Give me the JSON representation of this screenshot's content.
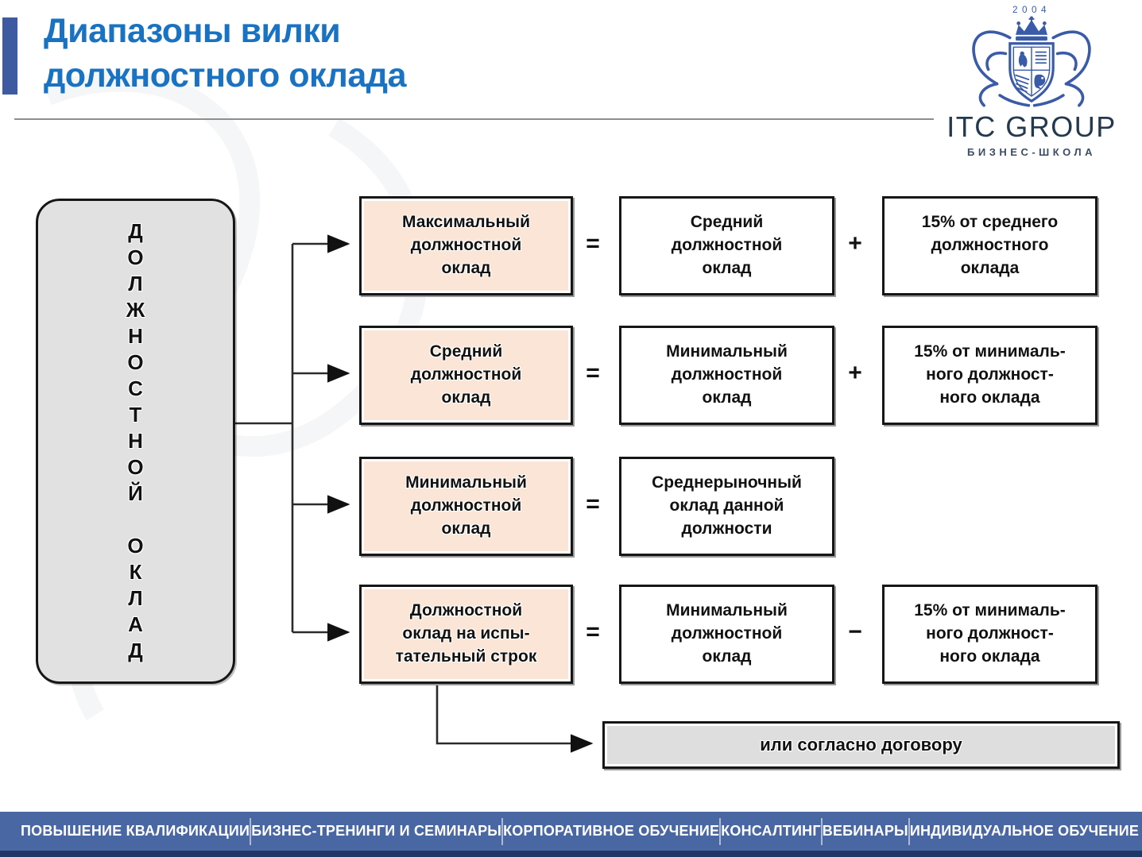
{
  "title": {
    "line1": "Диапазоны вилки",
    "line2": "должностного оклада"
  },
  "logo": {
    "year": "2004",
    "name": "ITC GROUP",
    "subtitle": "БИЗНЕС-ШКОЛА"
  },
  "diagram": {
    "root": {
      "label": "ДОЛЖНОСТНОЙ ОКЛАД",
      "label_vertical": "Д\nО\nЛ\nЖ\nН\nО\nС\nТ\nН\nО\nЙ\n\nО\nК\nЛ\nА\nД"
    },
    "rows": [
      {
        "result": "Максимальный\nдолжностной\nоклад",
        "op1": "=",
        "operand1": "Средний\nдолжностной\nоклад",
        "op2": "+",
        "operand2": "15% от среднего\nдолжностного\nоклада"
      },
      {
        "result": "Средний\nдолжностной\nоклад",
        "op1": "=",
        "operand1": "Минимальный\nдолжностной\nоклад",
        "op2": "+",
        "operand2": "15% от минималь-\nного должност-\nного оклада"
      },
      {
        "result": "Минимальный\nдолжностной\nоклад",
        "op1": "=",
        "operand1": "Среднерыночный\nоклад данной\nдолжности"
      },
      {
        "result": "Должностной\nоклад на испы-\nтательный строк",
        "op1": "=",
        "operand1": "Минимальный\nдолжностной\nоклад",
        "op2": "−",
        "operand2": "15% от минималь-\nного должност-\nного оклада"
      }
    ],
    "alternative": "или согласно договору"
  },
  "footer": {
    "items": [
      "ПОВЫШЕНИЕ КВАЛИФИКАЦИИ",
      "БИЗНЕС-ТРЕНИНГИ И СЕМИНАРЫ",
      "КОРПОРАТИВНОЕ ОБУЧЕНИЕ",
      "КОНСАЛТИНГ",
      "ВЕБИНАРЫ",
      "ИНДИВИДУАЛЬНОЕ ОБУЧЕНИЕ"
    ]
  },
  "colors": {
    "title": "#1a72c2",
    "accent_bar": "#3e5aa0",
    "footer_bar": "#4867a3",
    "footer_strip": "#1d3867",
    "box_pink": "#fbe5d7",
    "box_gray": "#e1e1e1",
    "logo_blue": "#3a5ba8"
  }
}
